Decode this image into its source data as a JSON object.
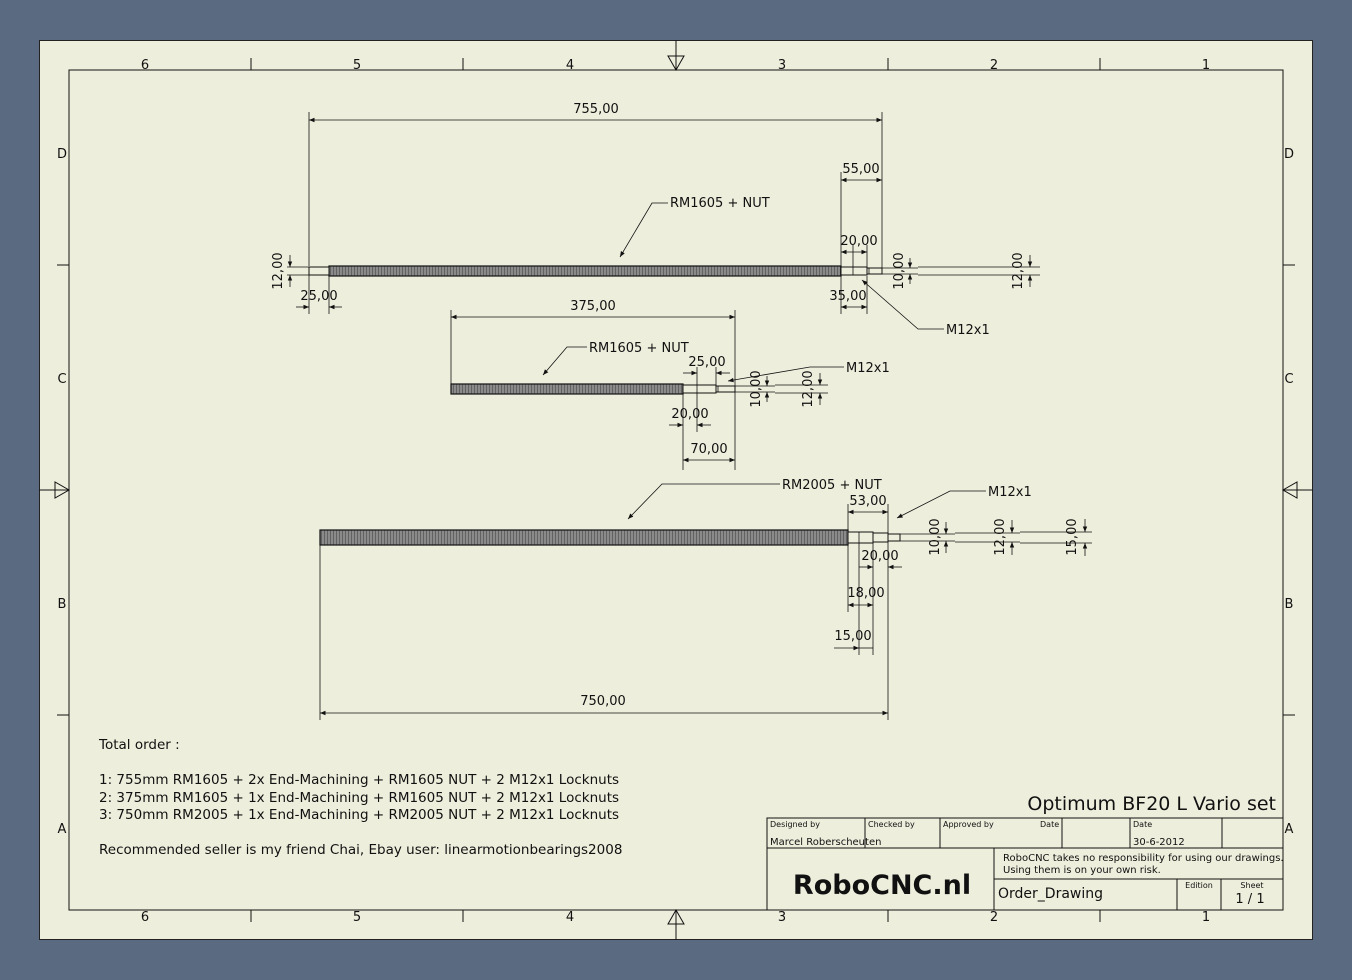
{
  "zones": {
    "columns": [
      "6",
      "5",
      "4",
      "3",
      "2",
      "1"
    ],
    "rows": [
      "D",
      "C",
      "B",
      "A"
    ]
  },
  "spindles": [
    {
      "label": "RM1605 + NUT",
      "nut_thread": "M12x1",
      "dimensions": [
        "755,00",
        "55,00",
        "20,00",
        "12,00",
        "25,00",
        "35,00",
        "10,00",
        "12,00"
      ]
    },
    {
      "label": "RM1605 + NUT",
      "nut_thread": "M12x1",
      "dimensions": [
        "375,00",
        "25,00",
        "20,00",
        "70,00",
        "10,00",
        "12,00"
      ]
    },
    {
      "label": "RM2005 + NUT",
      "nut_thread": "M12x1",
      "dimensions": [
        "53,00",
        "20,00",
        "18,00",
        "15,00",
        "750,00",
        "10,00",
        "12,00",
        "15,00"
      ]
    }
  ],
  "notes": {
    "heading": "Total order :",
    "lines": [
      "1: 755mm RM1605 + 2x End-Machining + RM1605 NUT + 2 M12x1 Locknuts",
      "2: 375mm RM1605 + 1x End-Machining + RM1605 NUT + 2 M12x1 Locknuts",
      "3: 750mm RM2005 + 1x End-Machining + RM2005 NUT + 2 M12x1 Locknuts"
    ],
    "seller": "Recommended seller is my friend Chai, Ebay user: linearmotionbearings2008"
  },
  "title_block": {
    "title": "Optimum BF20 L Vario set",
    "designed_by_label": "Designed by",
    "designed_by": "Marcel Roberscheuten",
    "checked_by_label": "Checked by",
    "approved_by_label": "Approved by",
    "date_label": "Date",
    "date_label_2": "Date",
    "date": "30-6-2012",
    "company": "RoboCNC.nl",
    "disclaimer_1": "RoboCNC takes no responsibility for using our drawings.",
    "disclaimer_2": "Using them is on your own risk.",
    "drawing_name": "Order_Drawing",
    "edition_label": "Edition",
    "sheet_label": "Sheet",
    "sheet": "1 / 1"
  }
}
